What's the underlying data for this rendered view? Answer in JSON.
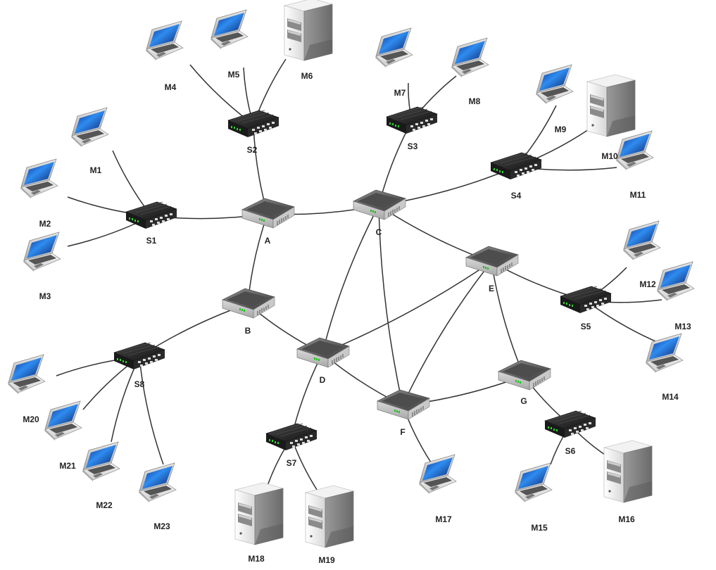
{
  "diagram": {
    "routers": [
      {
        "id": "A",
        "label": "A"
      },
      {
        "id": "B",
        "label": "B"
      },
      {
        "id": "C",
        "label": "C"
      },
      {
        "id": "D",
        "label": "D"
      },
      {
        "id": "E",
        "label": "E"
      },
      {
        "id": "F",
        "label": "F"
      },
      {
        "id": "G",
        "label": "G"
      }
    ],
    "switches": [
      {
        "id": "S1",
        "label": "S1"
      },
      {
        "id": "S2",
        "label": "S2"
      },
      {
        "id": "S3",
        "label": "S3"
      },
      {
        "id": "S4",
        "label": "S4"
      },
      {
        "id": "S5",
        "label": "S5"
      },
      {
        "id": "S6",
        "label": "S6"
      },
      {
        "id": "S7",
        "label": "S7"
      },
      {
        "id": "S8",
        "label": "S8"
      }
    ],
    "laptops": [
      {
        "id": "M1",
        "label": "M1"
      },
      {
        "id": "M2",
        "label": "M2"
      },
      {
        "id": "M3",
        "label": "M3"
      },
      {
        "id": "M4",
        "label": "M4"
      },
      {
        "id": "M5",
        "label": "M5"
      },
      {
        "id": "M7",
        "label": "M7"
      },
      {
        "id": "M8",
        "label": "M8"
      },
      {
        "id": "M9",
        "label": "M9"
      },
      {
        "id": "M11",
        "label": "M11"
      },
      {
        "id": "M12",
        "label": "M12"
      },
      {
        "id": "M13",
        "label": "M13"
      },
      {
        "id": "M14",
        "label": "M14"
      },
      {
        "id": "M15",
        "label": "M15"
      },
      {
        "id": "M17",
        "label": "M17"
      },
      {
        "id": "M20",
        "label": "M20"
      },
      {
        "id": "M21",
        "label": "M21"
      },
      {
        "id": "M22",
        "label": "M22"
      },
      {
        "id": "M23",
        "label": "M23"
      }
    ],
    "servers": [
      {
        "id": "M6",
        "label": "M6"
      },
      {
        "id": "M10",
        "label": "M10"
      },
      {
        "id": "M16",
        "label": "M16"
      },
      {
        "id": "M18",
        "label": "M18"
      },
      {
        "id": "M19",
        "label": "M19"
      }
    ],
    "links": [
      [
        "M1",
        "S1"
      ],
      [
        "M2",
        "S1"
      ],
      [
        "M3",
        "S1"
      ],
      [
        "S1",
        "A"
      ],
      [
        "M4",
        "S2"
      ],
      [
        "M5",
        "S2"
      ],
      [
        "M6",
        "S2"
      ],
      [
        "S2",
        "A"
      ],
      [
        "A",
        "C"
      ],
      [
        "A",
        "B"
      ],
      [
        "M7",
        "S3"
      ],
      [
        "M8",
        "S3"
      ],
      [
        "S3",
        "C"
      ],
      [
        "C",
        "S4"
      ],
      [
        "S4",
        "M9"
      ],
      [
        "S4",
        "M10"
      ],
      [
        "S4",
        "M11"
      ],
      [
        "C",
        "E"
      ],
      [
        "C",
        "D"
      ],
      [
        "C",
        "F"
      ],
      [
        "B",
        "D"
      ],
      [
        "B",
        "S8"
      ],
      [
        "D",
        "E"
      ],
      [
        "D",
        "F"
      ],
      [
        "D",
        "S7"
      ],
      [
        "E",
        "F"
      ],
      [
        "E",
        "G"
      ],
      [
        "E",
        "S5"
      ],
      [
        "S5",
        "M12"
      ],
      [
        "S5",
        "M13"
      ],
      [
        "S5",
        "M14"
      ],
      [
        "F",
        "G"
      ],
      [
        "F",
        "M17"
      ],
      [
        "G",
        "S6"
      ],
      [
        "S6",
        "M15"
      ],
      [
        "S6",
        "M16"
      ],
      [
        "S7",
        "M18"
      ],
      [
        "S7",
        "M19"
      ],
      [
        "S8",
        "M20"
      ],
      [
        "S8",
        "M21"
      ],
      [
        "S8",
        "M22"
      ],
      [
        "S8",
        "M23"
      ]
    ]
  }
}
